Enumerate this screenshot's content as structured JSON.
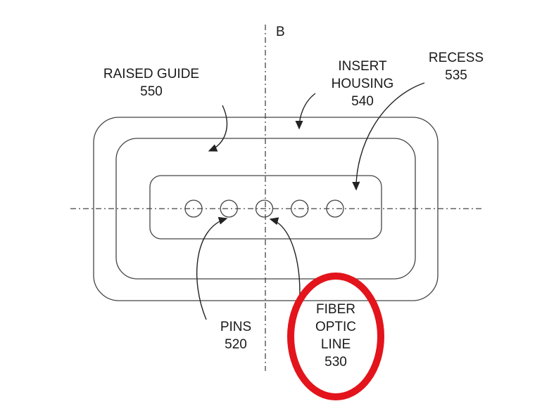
{
  "axis_label": "B",
  "labels": {
    "raised_guide": {
      "name": "RAISED GUIDE",
      "number": "550"
    },
    "insert_housing": {
      "name_line1": "INSERT",
      "name_line2": "HOUSING",
      "number": "540"
    },
    "recess": {
      "name": "RECESS",
      "number": "535"
    },
    "pins": {
      "name": "PINS",
      "number": "520"
    },
    "fiber_optic_line": {
      "name_line1": "FIBER",
      "name_line2": "OPTIC",
      "name_line3": "LINE",
      "number": "530"
    }
  },
  "pin_count": 5,
  "colors": {
    "line": "#333333",
    "highlight": "#e3141b"
  }
}
